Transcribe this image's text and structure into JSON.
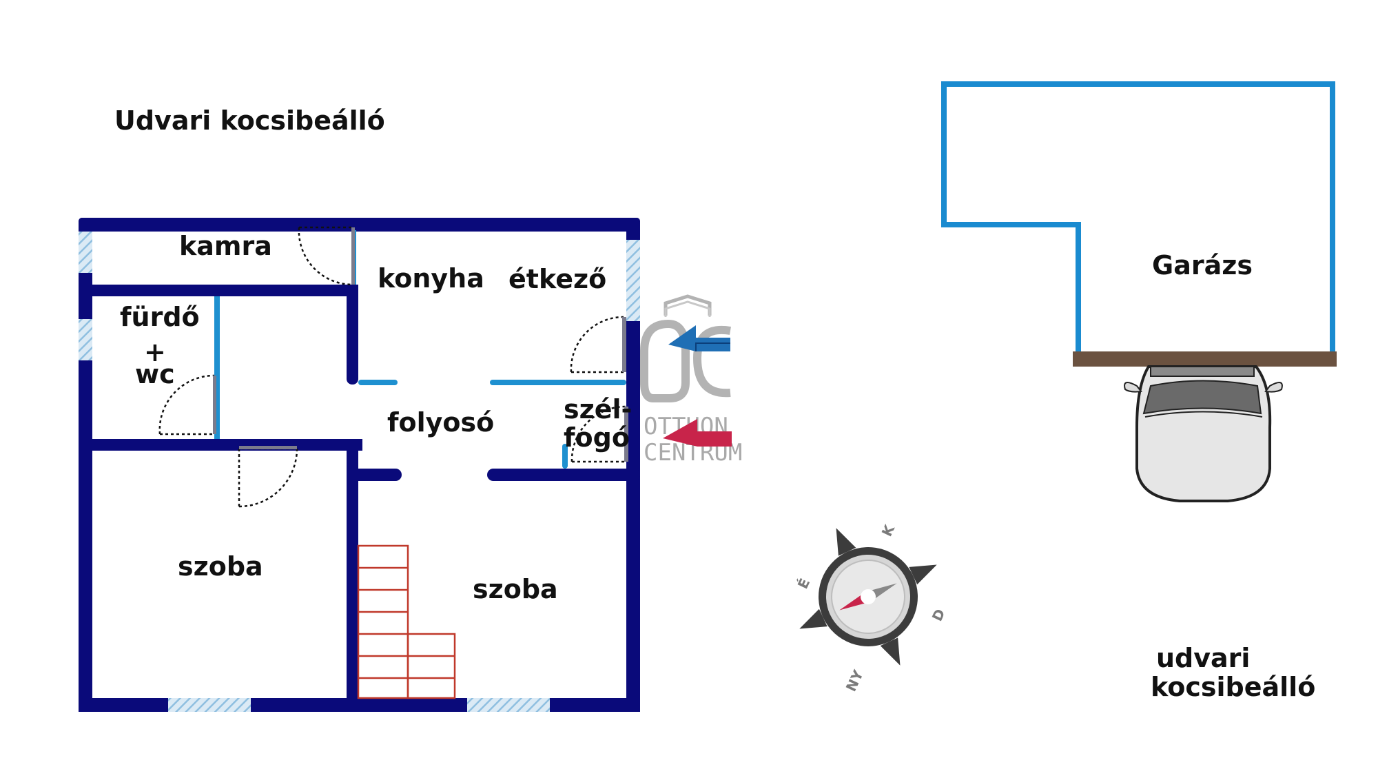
{
  "labels": {
    "top_left_parking": "Udvari kocsibeálló",
    "kamra": "kamra",
    "konyha": "konyha",
    "etkezo": "étkező",
    "furdo": "fürdő",
    "plus": "+",
    "wc": "wc",
    "folyoso": "folyosó",
    "szelfogo_1": "szél-",
    "szelfogo_2": "fogó",
    "szoba_left": "szoba",
    "szoba_right": "szoba",
    "garazs": "Garázs",
    "bottom_parking_1": "udvari",
    "bottom_parking_2": "kocsibeálló"
  },
  "logo": {
    "line1": "OTTHON",
    "line2": "CENTRUM"
  },
  "compass": {
    "north": "K",
    "east": "D",
    "south": "NY",
    "west": "É"
  },
  "colors": {
    "wall": "#0a0a7a",
    "partition": "#1e90d0",
    "window": "#a8d4ee",
    "stairs": "#c0392b",
    "garage": "#1a8bd0",
    "garage_floor": "#6b5240",
    "arrow_blue": "#1f6fb5",
    "arrow_red": "#c8244a",
    "logo_grey": "#b3b3b3"
  }
}
